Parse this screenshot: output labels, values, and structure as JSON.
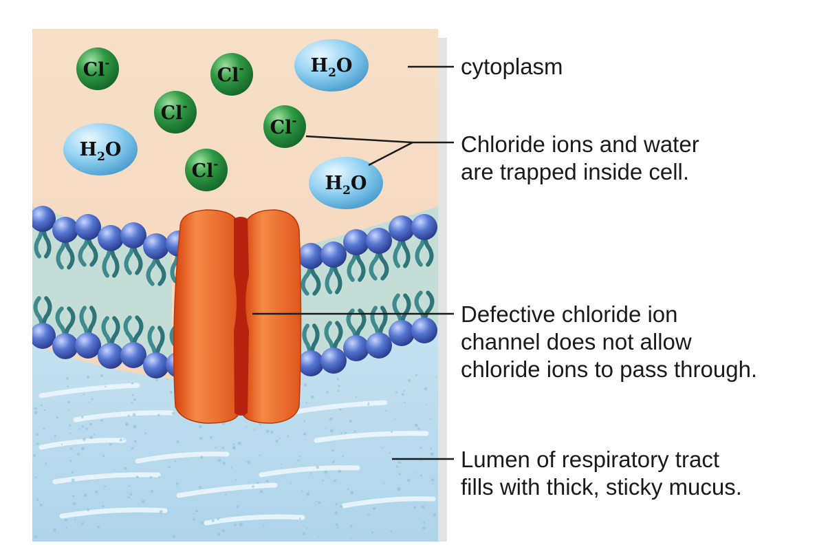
{
  "molecules": {
    "chloride": {
      "symbol": "Cl",
      "charge": "-"
    },
    "water": {
      "symbol": "H",
      "subscript": "2",
      "tail": "O"
    }
  },
  "labels": {
    "cytoplasm": "cytoplasm",
    "trapped": {
      "line1": "Chloride ions and water",
      "line2": "are trapped inside cell."
    },
    "channel": {
      "line1": "Defective chloride ion",
      "line2": "channel does not allow",
      "line3": "chloride ions to pass through."
    },
    "lumen": {
      "line1": "Lumen of respiratory tract",
      "line2": "fills with thick, sticky mucus."
    }
  },
  "colors": {
    "cytoplasm": "#f6dcc4",
    "lumen": "#c9e4f1",
    "membrane_core": "#c4ddd6",
    "lipid_head": "#4f6fc8",
    "lipid_tail": "#3e8a8e",
    "chloride_ion": "#2f9a43",
    "water_molecule": "#7cc6ee",
    "channel_protein": "#e85a1f",
    "channel_pore": "#b8230f",
    "leader_line": "#1a1a1a"
  }
}
